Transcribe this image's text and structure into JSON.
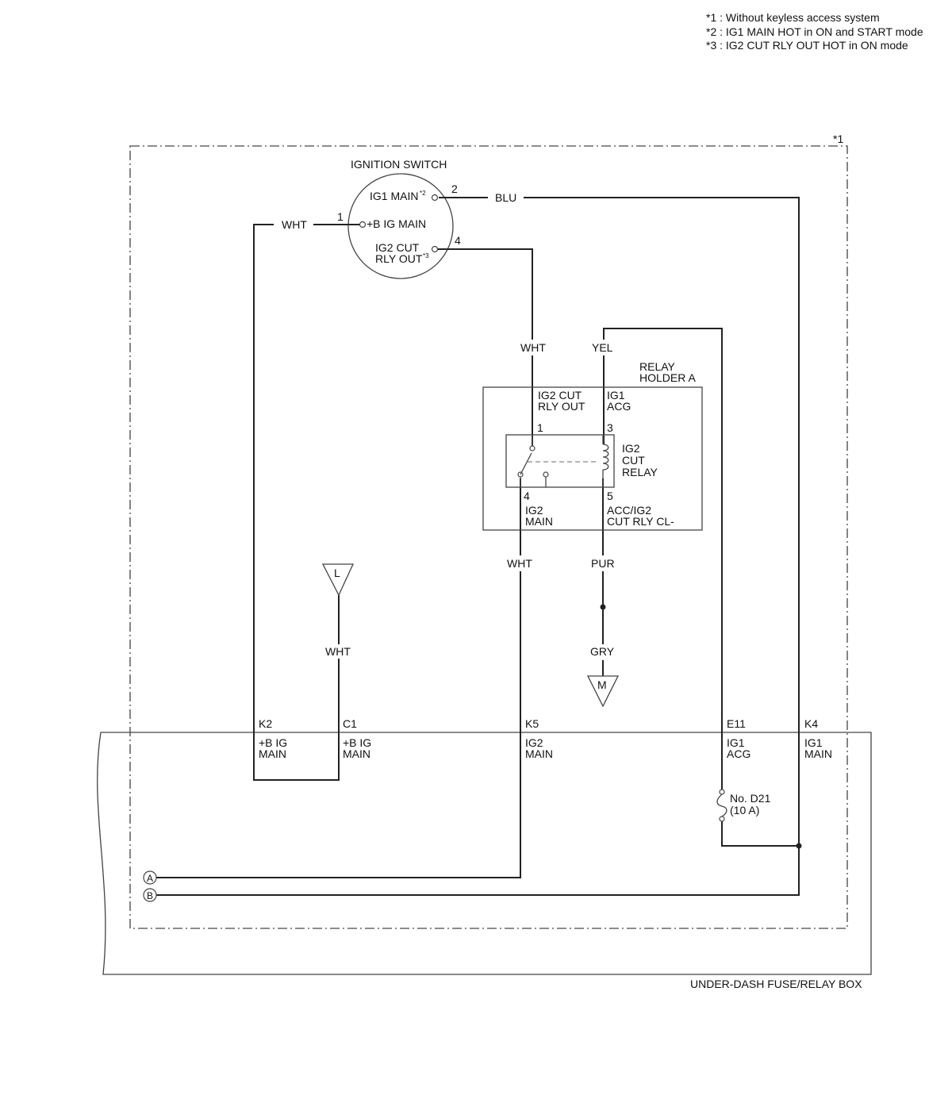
{
  "notes": [
    "*1 : Without keyless access system",
    "*2 : IG1 MAIN HOT in ON and START mode",
    "*3 : IG2 CUT RLY OUT HOT in ON mode"
  ],
  "boundary_mark": "*1",
  "ignition_switch": {
    "title": "IGNITION SWITCH",
    "ig1_main": "IG1 MAIN",
    "ig1_main_mark": "*2",
    "b_ig_main": "+B IG MAIN",
    "ig2_cut_line1": "IG2 CUT",
    "ig2_cut_line2": "RLY OUT",
    "ig2_cut_mark": "*3",
    "pins": {
      "p1": "1",
      "p2": "2",
      "p4": "4"
    }
  },
  "wires": {
    "blu": "BLU",
    "wht_switch": "WHT",
    "wht_relay_top": "WHT",
    "yel": "YEL",
    "wht_relay_bottom": "WHT",
    "pur": "PUR",
    "gry": "GRY",
    "wht_l": "WHT"
  },
  "relay_holder": {
    "title_line1": "RELAY",
    "title_line2": "HOLDER A",
    "t1_line1": "IG2 CUT",
    "t1_line2": "RLY OUT",
    "t3_line1": "IG1",
    "t3_line2": "ACG",
    "pin1": "1",
    "pin3": "3",
    "pin4": "4",
    "pin5": "5",
    "relay_line1": "IG2",
    "relay_line2": "CUT",
    "relay_line3": "RELAY",
    "t4_line1": "IG2",
    "t4_line2": "MAIN",
    "t5_line1": "ACC/IG2",
    "t5_line2": "CUT RLY CL-"
  },
  "connectors": {
    "l": "L",
    "m": "M",
    "a": "A",
    "b": "B"
  },
  "fuse_box": {
    "title": "UNDER-DASH FUSE/RELAY BOX",
    "pins": [
      {
        "id": "K2",
        "line1": "+B IG",
        "line2": "MAIN"
      },
      {
        "id": "C1",
        "line1": "+B IG",
        "line2": "MAIN"
      },
      {
        "id": "K5",
        "line1": "IG2",
        "line2": "MAIN"
      },
      {
        "id": "E11",
        "line1": "IG1",
        "line2": "ACG"
      },
      {
        "id": "K4",
        "line1": "IG1",
        "line2": "MAIN"
      }
    ],
    "fuse_line1": "No. D21",
    "fuse_line2": "(10 A)"
  }
}
